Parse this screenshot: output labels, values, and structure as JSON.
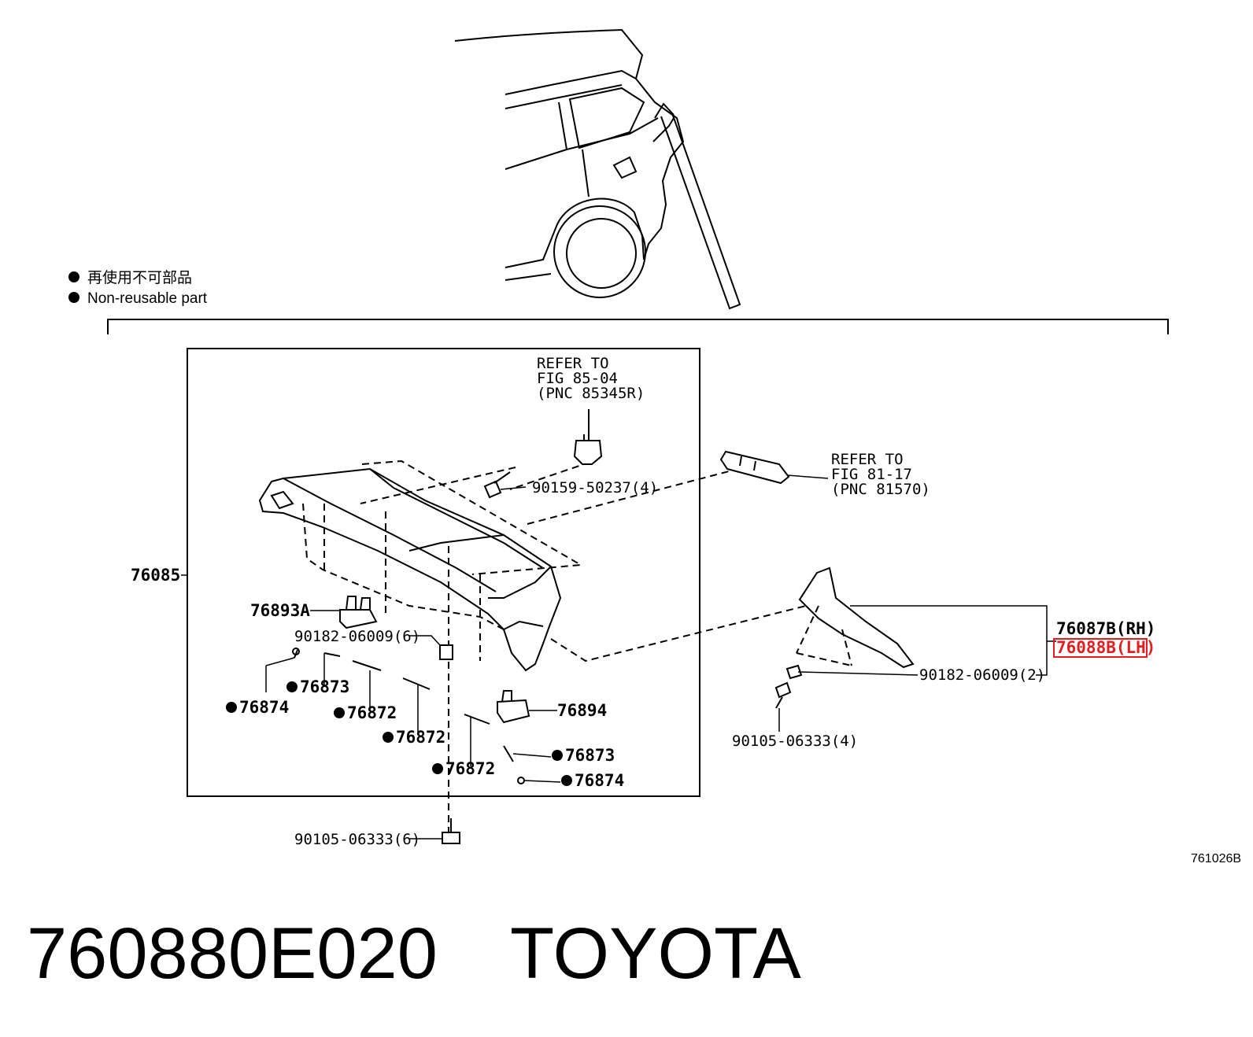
{
  "legend": {
    "marker_jp": "再使用不可部品",
    "marker_en": "Non-reusable part"
  },
  "refs": {
    "fig_85": [
      "REFER TO",
      "FIG 85-04",
      "(PNC 85345R)"
    ],
    "fig_81": [
      "REFER TO",
      "FIG 81-17",
      "(PNC 81570)"
    ]
  },
  "callouts": {
    "spoiler": "76085",
    "bracket_a": "76893A",
    "nut_a": "90182-06009(6)",
    "screw_a": "90159-50237(4)",
    "seal_76873_a": "76873",
    "seal_76874_a": "76874",
    "seal_76872_a": "76872",
    "seal_76872_b": "76872",
    "seal_76872_c": "76872",
    "bracket_b": "76894",
    "seal_76873_b": "76873",
    "seal_76874_b": "76874",
    "bolt_a": "90105-06333(6)",
    "garnish_rh": "76087B(RH)",
    "garnish_lh": "76088B(LH)",
    "nut_b": "90182-06009(2)",
    "bolt_b": "90105-06333(4)"
  },
  "figure_id": "761026B",
  "part_number": "760880E020",
  "brand": "TOYOTA",
  "colors": {
    "highlight": "#e02020",
    "line": "#000000"
  }
}
